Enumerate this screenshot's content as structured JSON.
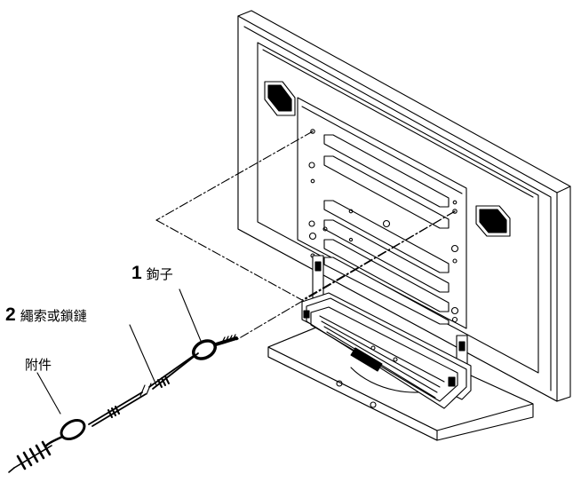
{
  "labels": {
    "hook": {
      "number": "1",
      "text": "鉤子"
    },
    "cord": {
      "number": "2",
      "text": "繩索或鎖鏈"
    },
    "attachment": {
      "text": "附件"
    }
  },
  "colors": {
    "line": "#000000",
    "background": "#ffffff"
  }
}
